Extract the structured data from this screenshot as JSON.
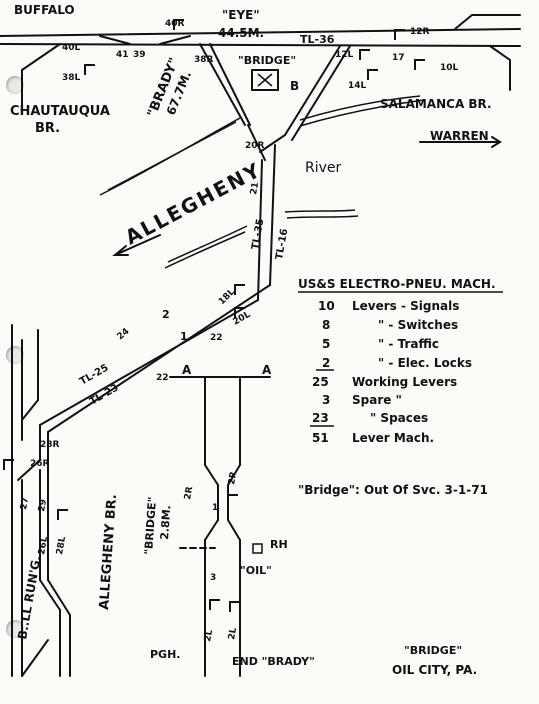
{
  "labels": {
    "buffalo": "BUFFALO",
    "eye_top": "\"EYE\"",
    "eye_mileage": "44.5M.",
    "tl36": "TL-36",
    "l40r": "40R",
    "l40l": "40L",
    "l41": "41",
    "l39": "39",
    "l38r": "38R",
    "l38l": "38L",
    "bridge_top": "\"BRIDGE\"",
    "b_tower": "B",
    "l12r": "12R",
    "l12l": "12L",
    "l17": "17",
    "l10l": "10L",
    "l14l": "14L",
    "chautauqua1": "CHAUTAUQUA",
    "chautauqua2": "BR.",
    "brady": "\"BRADY\"",
    "brady_mileage": "67.7M.",
    "salamanca": "SALAMANCA BR.",
    "warren": "WARREN",
    "l20r": "20R",
    "river": "River",
    "allegheny": "ALLEGHENY",
    "l21": "21",
    "tl35": "TL-35",
    "tl16": "TL-16",
    "l18l": "18L",
    "l20l": "20L",
    "l22a": "22",
    "l24": "24",
    "arrow2": "2",
    "arrow1": "1",
    "tl25": "TL-25",
    "tl23": "TL-23",
    "l22b": "22",
    "a_left": "A",
    "a_right": "A",
    "l26r": "26R",
    "l28r": "28R",
    "l27": "27",
    "l29": "29",
    "l26l": "26L",
    "l28l": "28L",
    "bull_run": "B..LL RUN'G.",
    "allegheny_br": "ALLEGHENY BR.",
    "bridge_side": "\"BRIDGE\"",
    "bridge_side_mileage": "2.8M.",
    "l2r": "2R",
    "l1": "1",
    "l2r_b": "2R",
    "rh": "RH",
    "oil": "\"OIL\"",
    "l3": "3",
    "l2l": "2L",
    "l2l_b": "2L",
    "pgh": "PGH.",
    "end_brady": "END \"BRADY\"",
    "bridge_bottom": "\"BRIDGE\"",
    "oil_city": "OIL CITY, PA."
  },
  "machine": {
    "title": "US&S ELECTRO-PNEU. MACH.",
    "rows": [
      {
        "num": "10",
        "text": "Levers - Signals"
      },
      {
        "num": "8",
        "text": "\"      - Switches"
      },
      {
        "num": "5",
        "text": "\"      - Traffic"
      },
      {
        "num": "2",
        "text": "\"      - Elec. Locks"
      },
      {
        "num": "25",
        "text": "Working Levers"
      },
      {
        "num": "3",
        "text": "Spare         \""
      },
      {
        "num": "23",
        "text": "\"        Spaces"
      },
      {
        "num": "51",
        "text": "Lever Mach."
      }
    ],
    "out_of_service": "\"Bridge\": Out Of Svc. 3-1-71"
  }
}
